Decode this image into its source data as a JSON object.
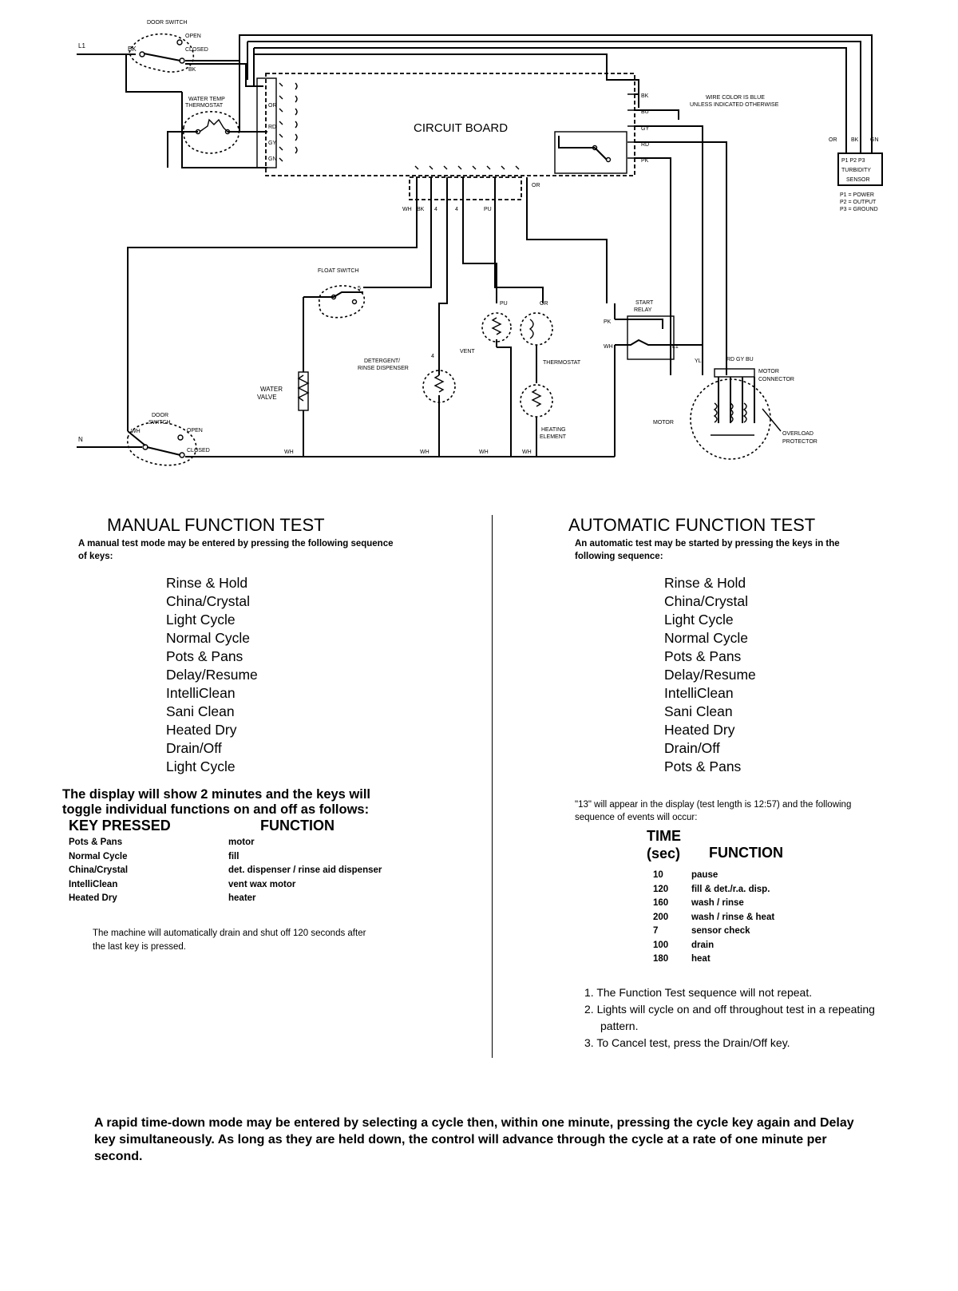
{
  "wiring": {
    "l1": "L1",
    "n": "N",
    "door_switch_top": "DOOR SWITCH",
    "open": "OPEN",
    "closed": "CLOSED",
    "bk": "BK",
    "water_temp_thermostat": "WATER TEMP THERMOSTAT",
    "circuit_board": "CIRCUIT BOARD",
    "wire_color_note_1": "WIRE COLOR IS BLUE",
    "wire_color_note_2": "UNLESS INDICATED OTHERWISE",
    "board_left_pins": [
      "OR",
      "RD",
      "GY",
      "GN"
    ],
    "board_right_pins": [
      "BK",
      "BU",
      "GY",
      "RD",
      "PK"
    ],
    "board_bottom_pins": [
      "WH",
      "BK",
      "4",
      "4",
      "PU"
    ],
    "or_label": "OR",
    "sensor_wires": [
      "OR",
      "BK",
      "GN"
    ],
    "sensor_pins": "P1  P2  P3",
    "sensor_name_1": "TURBIDITY",
    "sensor_name_2": "SENSOR",
    "sensor_legend": [
      "P1 = POWER",
      "P2 = OUTPUT",
      "P3 = GROUND"
    ],
    "float_switch": "FLOAT SWITCH",
    "pu": "PU",
    "or": "OR",
    "vent": "VENT",
    "thermostat": "THERMOSTAT",
    "detergent_1": "DETERGENT/",
    "detergent_2": "RINSE DISPENSER",
    "four": "4",
    "water_valve_1": "WATER",
    "water_valve_2": "VALVE",
    "heating_element_1": "HEATING",
    "heating_element_2": "ELEMENT",
    "start_relay_1": "START",
    "start_relay_2": "RELAY",
    "pk": "PK",
    "wh": "WH",
    "yl": "YL",
    "motor_conn_wires": "RD GY BU",
    "motor_connector_1": "MOTOR",
    "motor_connector_2": "CONNECTOR",
    "motor": "MOTOR",
    "overload_1": "OVERLOAD",
    "overload_2": "PROTECTOR",
    "door_switch_bottom": "DOOR SWITCH"
  },
  "manual": {
    "title": "MANUAL FUNCTION TEST",
    "intro": "A manual test mode may be entered by pressing the following sequence of keys:",
    "keys": [
      "Rinse & Hold",
      "China/Crystal",
      "Light Cycle",
      "Normal Cycle",
      "Pots & Pans",
      "Delay/Resume",
      "IntelliClean",
      "Sani Clean",
      "Heated Dry",
      "Drain/Off",
      "Light Cycle"
    ],
    "display_note": "The display will show 2 minutes and the keys will toggle individual functions on and off as follows:",
    "col_key": "KEY PRESSED",
    "col_function": "FUNCTION",
    "rows": [
      {
        "key": "Pots & Pans",
        "function": "motor"
      },
      {
        "key": "Normal Cycle",
        "function": "fill"
      },
      {
        "key": "China/Crystal",
        "function": "det. dispenser / rinse aid dispenser"
      },
      {
        "key": "IntelliClean",
        "function": "vent wax motor"
      },
      {
        "key": "Heated Dry",
        "function": "heater"
      }
    ],
    "drain_note": "The machine will automatically drain and shut off 120 seconds after the last key is pressed."
  },
  "automatic": {
    "title": "AUTOMATIC FUNCTION TEST",
    "intro": "An automatic test may be started by pressing the keys in the following sequence:",
    "keys": [
      "Rinse & Hold",
      "China/Crystal",
      "Light Cycle",
      "Normal Cycle",
      "Pots & Pans",
      "Delay/Resume",
      "IntelliClean",
      "Sani Clean",
      "Heated Dry",
      "Drain/Off",
      "Pots & Pans"
    ],
    "display_note": "\"13\" will appear in the display (test length is 12:57) and the following sequence of events will occur:",
    "col_time_1": "TIME",
    "col_time_2": "(sec)",
    "col_function": "FUNCTION",
    "rows": [
      {
        "time": "10",
        "function": "pause"
      },
      {
        "time": "120",
        "function": "fill & det./r.a. disp."
      },
      {
        "time": "160",
        "function": "wash / rinse"
      },
      {
        "time": "200",
        "function": "wash / rinse & heat"
      },
      {
        "time": "7",
        "function": "sensor check"
      },
      {
        "time": "100",
        "function": "drain"
      },
      {
        "time": "180",
        "function": "heat"
      }
    ],
    "notes": [
      "1.  The Function Test sequence will not repeat.",
      "2.  Lights will cycle on and off throughout test in a repeating pattern.",
      "3.  To Cancel test, press the Drain/Off key."
    ]
  },
  "footer": "A rapid time-down mode may be entered by selecting a cycle then, within one minute, pressing the cycle key again and Delay key simultaneously. As long as they are held down, the control will advance through the cycle at a rate of one minute per second."
}
